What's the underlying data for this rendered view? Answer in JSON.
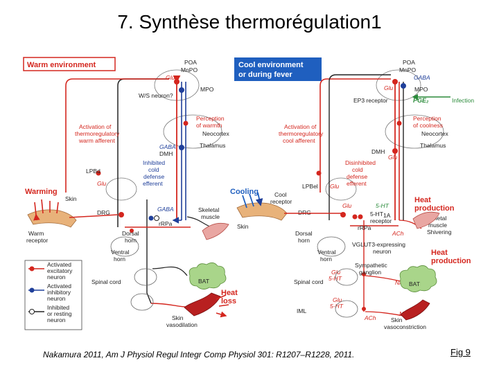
{
  "slide": {
    "title": "7. Synthèse thermorégulation1",
    "caption": "Nakamura 2011, Am J Physiol Regul Integr Comp Physiol 301: R1207–R1228, 2011.",
    "fig_label": "Fig 9"
  },
  "colors": {
    "excitatory": "#d4261e",
    "inhibitory": "#1f3f9a",
    "resting": "#222222",
    "header_border": "#d4261e",
    "header_blue": "#1f5fbf"
  },
  "left_panel": {
    "header": "Warm environment",
    "labels": {
      "poa": "POA",
      "mnpo": "MnPO",
      "mpo": "MPO",
      "glu": "Glu",
      "ws_neuron": "W/S neuron?",
      "perception_warmth_1": "Perception",
      "perception_warmth_2": "of warmth",
      "neocortex": "Neocortex",
      "thalamus": "Thalamus",
      "activation_1": "Activation of",
      "activation_2": "thermoregulatory",
      "activation_3": "warm afferent",
      "gaba_dmh": "GABA",
      "dmh": "DMH",
      "lpbd": "LPBd",
      "glu_lpb": "Glu",
      "inhibited_1": "Inhibited",
      "inhibited_2": "cold",
      "inhibited_3": "defense",
      "inhibited_4": "efferent",
      "warming": "Warming",
      "skin": "Skin",
      "warm_receptor_1": "Warm",
      "warm_receptor_2": "receptor",
      "drg": "DRG",
      "gaba_rrpa": "GABA",
      "rrpa": "rRPa",
      "skeletal_1": "Skeletal",
      "skeletal_2": "muscle",
      "dorsal_1": "Dorsal",
      "dorsal_2": "horn",
      "ventral_1": "Ventral",
      "ventral_2": "horn",
      "spinal_cord": "Spinal cord",
      "bat": "BAT",
      "heat_loss_1": "Heat",
      "heat_loss_2": "loss",
      "skin_vaso_1": "Skin",
      "skin_vaso_2": "vasodilation"
    }
  },
  "legend": {
    "items": [
      {
        "line1": "Activated",
        "line2": "excitatory",
        "line3": "neuron"
      },
      {
        "line1": "Activated",
        "line2": "inhibitory",
        "line3": "neuron"
      },
      {
        "line1": "Inhibited",
        "line2": "or resting",
        "line3": "neuron"
      }
    ]
  },
  "right_panel": {
    "header_1": "Cool environment",
    "header_2": "or during fever",
    "labels": {
      "poa": "POA",
      "mnpo": "MnPO",
      "gaba": "GABA",
      "glu": "Glu",
      "mpo": "MPO",
      "ep3": "EP3 receptor",
      "pge2": "PGE₂",
      "infection": "Infection",
      "perception_cool_1": "Perception",
      "perception_cool_2": "of coolness",
      "neocortex": "Neocortex",
      "thalamus": "Thalamus",
      "activation_1": "Activation of",
      "activation_2": "thermoregulatory",
      "activation_3": "cool afferent",
      "dmh": "DMH",
      "glu_dmh": "Glu",
      "disinhibited_1": "Disinhibited",
      "disinhibited_2": "cold",
      "disinhibited_3": "defense",
      "disinhibited_4": "efferent",
      "lpbel": "LPBel",
      "glu_lpb": "Glu",
      "cooling": "Cooling",
      "cool_receptor_1": "Cool",
      "cool_receptor_2": "receptor",
      "skin": "Skin",
      "heat_prod_1a": "Heat",
      "heat_prod_1b": "production",
      "drg": "DRG",
      "glu_rrpa": "Glu",
      "five_ht": "5-HT",
      "five_ht1a_1": "5-HT",
      "five_ht1a_2": "1A",
      "receptor": "receptor",
      "rrpa": "rRPa",
      "ach": "ACh",
      "skeletal_1": "Skeletal",
      "skeletal_2": "muscle",
      "shivering": "Shivering",
      "dorsal_1": "Dorsal",
      "dorsal_2": "horn",
      "vglut3_1": "VGLUT3-expressing",
      "vglut3_2": "neuron",
      "ventral_1": "Ventral",
      "ventral_2": "horn",
      "heat_prod_2a": "Heat",
      "heat_prod_2b": "production",
      "sympathetic_1": "Sympathetic",
      "sympathetic_2": "ganglion",
      "spinal_cord": "Spinal cord",
      "glu_sc": "Glu",
      "five_ht_sc": "5-HT",
      "bat": "BAT",
      "na_bat": "NA",
      "iml": "IML",
      "glu_iml": "Glu",
      "five_ht_iml": "5-HT",
      "ach_iml": "ACh",
      "na_skin": "NA",
      "skin_vaso_1": "Skin",
      "skin_vaso_2": "vasoconstriction"
    }
  }
}
